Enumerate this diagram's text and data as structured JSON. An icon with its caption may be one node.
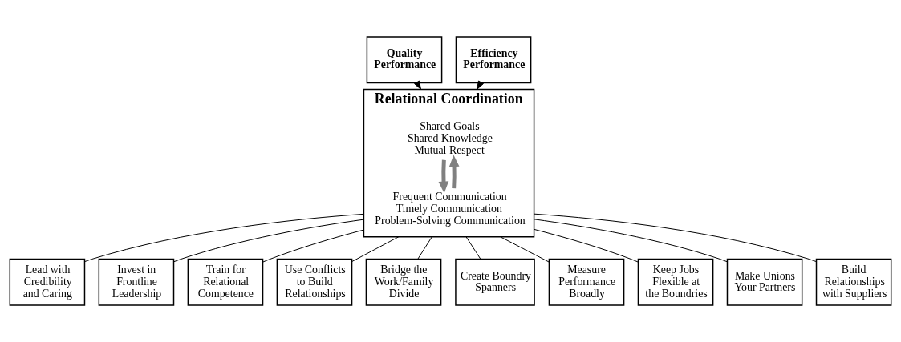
{
  "diagram": {
    "nodes": [
      {
        "text": [
          "Quality Performance"
        ]
      },
      {
        "text": [
          "Relational Coordination"
        ]
      },
      {
        "text": [
          "Shared Goals Shared Knowledge Mutual Respect"
        ],
        "in": 1
      },
      {
        "text": [
          "Frequent Communication Timely Communication Problem-Solving Communication"
        ],
        "in": 1
      },
      {
        "text": [
          "Efficiency Performance"
        ]
      },
      {
        "text": [
          "Lead with Credibility and Caring"
        ]
      },
      {
        "text": [
          "Invest in Frontline Leadership"
        ]
      },
      {
        "text": [
          "Train for Relational Competence"
        ]
      },
      {
        "text": [
          "Use Conflicts to Build Relationships"
        ]
      },
      {
        "text": [
          "Bridge the Work/Family Divide"
        ]
      },
      {
        "text": [
          "Create Boundry Spanners"
        ]
      },
      {
        "text": [
          "Measure Performance Broadly"
        ]
      },
      {
        "text": [
          "Keep Jobs Flexible at the Boundries"
        ]
      },
      {
        "text": [
          "Make Unions Your Partners"
        ]
      },
      {
        "text": [
          "Build Relationships with Suppliers"
        ]
      }
    ],
    "edges": [
      {
        "from": 0,
        "to": 1,
        "arrow": "to"
      },
      {
        "from": 4,
        "to": 1,
        "arrow": "to"
      },
      {
        "from": 2,
        "to": 3,
        "arrow": "to",
        "style": "thick",
        "color": "#808080"
      },
      {
        "from": 3,
        "to": 2,
        "arrow": "to",
        "style": "thick",
        "color": "#808080"
      },
      {
        "from": 1,
        "to": 5,
        "arrow": "none"
      },
      {
        "from": 1,
        "to": 6,
        "arrow": "none"
      },
      {
        "from": 1,
        "to": 7,
        "arrow": "none"
      },
      {
        "from": 1,
        "to": 8,
        "arrow": "none"
      },
      {
        "from": 1,
        "to": 9,
        "arrow": "none"
      },
      {
        "from": 1,
        "to": 10,
        "arrow": "none"
      },
      {
        "from": 1,
        "to": 11,
        "arrow": "none"
      },
      {
        "from": 1,
        "to": 12,
        "arrow": "none"
      },
      {
        "from": 1,
        "to": 13,
        "arrow": "none"
      },
      {
        "from": 1,
        "to": 14,
        "arrow": "none"
      }
    ]
  }
}
